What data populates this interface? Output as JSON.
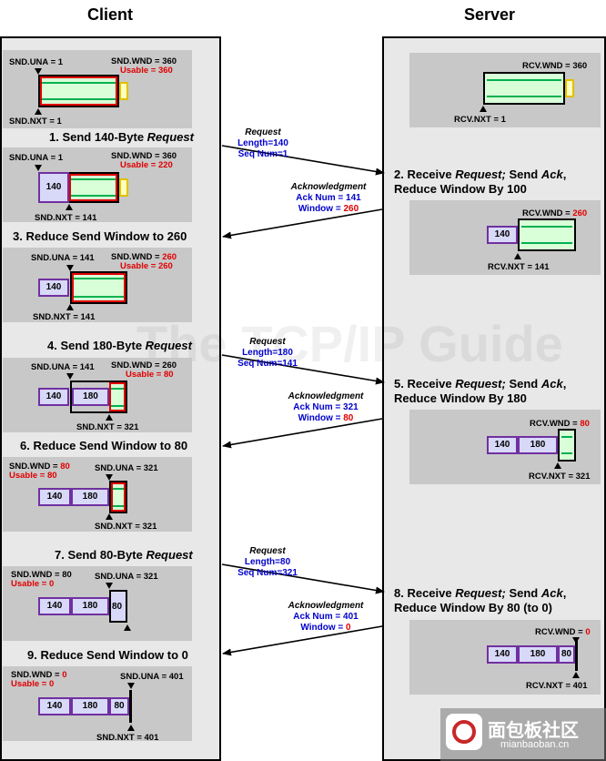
{
  "headers": {
    "client": "Client",
    "server": "Server"
  },
  "watermark": "The TCP/IP Guide",
  "logo": {
    "cn": "面包板社区",
    "en": "mianbaoban.cn"
  },
  "client": {
    "s0": {
      "una": "SND.UNA = 1",
      "wnd": "SND.WND = 360",
      "usable": "Usable = 360",
      "nxt": "SND.NXT = 1"
    },
    "step1": {
      "title_a": "1. Send 140-Byte ",
      "title_b": "Request"
    },
    "s1": {
      "una": "SND.UNA = 1",
      "wnd": "SND.WND = 360",
      "usable": "Usable = 220",
      "nxt": "SND.NXT = 141",
      "seg": "140"
    },
    "step3": {
      "title": "3. Reduce Send Window to 260"
    },
    "s3": {
      "una": "SND.UNA = 141",
      "wnd_a": "SND.WND = ",
      "wnd_b": "260",
      "usable": "Usable = 260",
      "nxt": "SND.NXT = 141",
      "seg": "140"
    },
    "step4": {
      "title_a": "4. Send 180-Byte ",
      "title_b": "Request"
    },
    "s4": {
      "una": "SND.UNA = 141",
      "wnd": "SND.WND = 260",
      "usable": "Usable = 80",
      "nxt": "SND.NXT = 321",
      "seg1": "140",
      "seg2": "180"
    },
    "step6": {
      "title": "6. Reduce Send Window to 80"
    },
    "s6": {
      "wnd_a": "SND.WND = ",
      "wnd_b": "80",
      "usable": "Usable = 80",
      "una": "SND.UNA = 321",
      "nxt": "SND.NXT = 321",
      "seg1": "140",
      "seg2": "180"
    },
    "step7": {
      "title_a": "7. Send 80-Byte ",
      "title_b": "Request"
    },
    "s7": {
      "wnd": "SND.WND = 80",
      "usable": "Usable = 0",
      "una": "SND.UNA = 321",
      "seg1": "140",
      "seg2": "180",
      "seg3": "80"
    },
    "step9": {
      "title": "9. Reduce Send Window to 0"
    },
    "s9": {
      "wnd_a": "SND.WND = ",
      "wnd_b": "0",
      "usable": "Usable = 0",
      "una": "SND.UNA = 401",
      "nxt": "SND.NXT = 401",
      "seg1": "140",
      "seg2": "180",
      "seg3": "80"
    }
  },
  "server": {
    "r0": {
      "wnd": "RCV.WND = 360",
      "nxt": "RCV.NXT = 1"
    },
    "step2": {
      "l1_a": "2. Receive ",
      "l1_b": "Request; ",
      "l1_c": "Send ",
      "l1_d": "Ack",
      "l1_e": ",",
      "l2": "Reduce Window By 100"
    },
    "r2": {
      "wnd_a": "RCV.WND = ",
      "wnd_b": "260",
      "nxt": "RCV.NXT = 141",
      "seg": "140"
    },
    "step5": {
      "l1_a": "5. Receive ",
      "l1_b": "Request; ",
      "l1_c": "Send ",
      "l1_d": "Ack",
      "l1_e": ",",
      "l2": "Reduce Window By 180"
    },
    "r5": {
      "wnd_a": "RCV.WND = ",
      "wnd_b": "80",
      "nxt": "RCV.NXT = 321",
      "seg1": "140",
      "seg2": "180"
    },
    "step8": {
      "l1_a": "8. Receive ",
      "l1_b": "Request; ",
      "l1_c": "Send ",
      "l1_d": "Ack",
      "l1_e": ",",
      "l2": "Reduce Window By 80 (to 0)"
    },
    "r8": {
      "wnd_a": "RCV.WND = ",
      "wnd_b": "0",
      "nxt": "RCV.NXT = 401",
      "seg1": "140",
      "seg2": "180",
      "seg3": "80"
    }
  },
  "messages": {
    "m1": {
      "t": "Request",
      "l2": "Length=140",
      "l3": "Seq Num=1"
    },
    "m2": {
      "t": "Acknowledgment",
      "l2": "Ack Num = 141",
      "l3a": "Window = ",
      "l3b": "260"
    },
    "m4": {
      "t": "Request",
      "l2": "Length=180",
      "l3": "Seq Num=141"
    },
    "m5": {
      "t": "Acknowledgment",
      "l2": "Ack Num = 321",
      "l3a": "Window = ",
      "l3b": "80"
    },
    "m7": {
      "t": "Request",
      "l2": "Length=80",
      "l3": "Seq Num=321"
    },
    "m8": {
      "t": "Acknowledgment",
      "l2": "Ack Num = 401",
      "l3a": "Window = ",
      "l3b": "0"
    }
  }
}
